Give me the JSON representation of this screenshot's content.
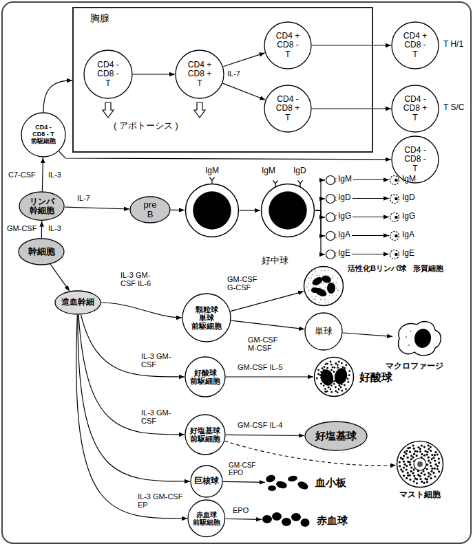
{
  "diagram": {
    "nodes": [
      {
        "text": [
          "胸腺"
        ]
      },
      {
        "text": [
          "CD4 - CD8 - T"
        ],
        "in": 0
      },
      {
        "text": [
          "CD4 + CD8 + T"
        ],
        "in": 0
      },
      {
        "text": [
          "CD4 + CD8 - T"
        ],
        "in": 0
      },
      {
        "text": [
          "CD4 - CD8 + T"
        ],
        "in": 0
      },
      {
        "text": [
          "CD4 + CD8 - T"
        ]
      },
      {
        "text": [
          "CD4 - CD8 + T"
        ]
      },
      {
        "text": [
          "CD4 - CD8 - T"
        ]
      },
      {
        "text": [
          "CD4 - CD8 - T 前駆細胞"
        ]
      },
      {
        "text": [
          "リンパ 幹細胞"
        ]
      },
      {
        "text": [
          "pre B"
        ]
      },
      {
        "text": [
          "IgM"
        ]
      },
      {
        "text": [
          "IgM",
          "IgD"
        ]
      },
      {
        "text": [
          "IgM"
        ]
      },
      {
        "text": [
          "IgD"
        ]
      },
      {
        "text": [
          "IgG"
        ]
      },
      {
        "text": [
          "IgA"
        ]
      },
      {
        "text": [
          "IgE"
        ]
      },
      {
        "text": [
          "IgM"
        ]
      },
      {
        "text": [
          "IgD"
        ]
      },
      {
        "text": [
          "IgG"
        ]
      },
      {
        "text": [
          "IgA"
        ]
      },
      {
        "text": [
          "IgE"
        ]
      },
      {
        "text": [
          "幹細胞"
        ]
      },
      {
        "text": [
          "造血幹細"
        ]
      },
      {
        "text": [
          "好中球"
        ]
      },
      {
        "text": [
          "顆粒球 単球 前駆細胞"
        ]
      },
      {
        "text": [
          "単球"
        ]
      },
      {
        "text": [
          "マクロファージ"
        ]
      },
      {
        "text": [
          "好酸球 前駆細胞"
        ]
      },
      {
        "text": [
          "好酸球"
        ]
      },
      {
        "text": [
          "好塩基球 前駆細胞"
        ]
      },
      {
        "text": [
          "好塩基球"
        ]
      },
      {
        "text": [
          "マスト細胞"
        ]
      },
      {
        "text": [
          "巨核球"
        ]
      },
      {
        "text": [
          "血小板"
        ]
      },
      {
        "text": [
          "赤血球 前駆細胞"
        ]
      },
      {
        "text": [
          "赤血球"
        ]
      }
    ],
    "edges": [
      {
        "from": 1,
        "to": 2,
        "arrow": "to"
      },
      {
        "from": 2,
        "to": 3,
        "arrow": "to"
      },
      {
        "from": 2,
        "to": 4,
        "arrow": "to"
      },
      {
        "from": 3,
        "to": 5,
        "arrow": "to"
      },
      {
        "from": 4,
        "to": 6,
        "arrow": "to"
      },
      {
        "from": 8,
        "to": 0,
        "arrow": "to"
      },
      {
        "from": 8,
        "to": 7,
        "arrow": "to"
      },
      {
        "from": 9,
        "to": 8,
        "label": "IL-3",
        "arrow": "to"
      },
      {
        "from": 23,
        "to": 9,
        "label": "IL-3",
        "arrow": "to"
      },
      {
        "from": 9,
        "to": 10,
        "label": "IL-7",
        "arrow": "to"
      },
      {
        "from": 10,
        "to": 11,
        "arrow": "to"
      },
      {
        "from": 11,
        "to": 12,
        "arrow": "to"
      },
      {
        "from": 12,
        "to": 13,
        "arrow": "to"
      },
      {
        "from": 12,
        "to": 14,
        "arrow": "to"
      },
      {
        "from": 12,
        "to": 15,
        "arrow": "to"
      },
      {
        "from": 12,
        "to": 16,
        "arrow": "to"
      },
      {
        "from": 12,
        "to": 17,
        "arrow": "to"
      },
      {
        "from": 13,
        "to": 18,
        "arrow": "to"
      },
      {
        "from": 14,
        "to": 19,
        "arrow": "to"
      },
      {
        "from": 15,
        "to": 20,
        "arrow": "to"
      },
      {
        "from": 16,
        "to": 21,
        "arrow": "to"
      },
      {
        "from": 17,
        "to": 22,
        "arrow": "to"
      },
      {
        "from": 23,
        "to": 24,
        "arrow": "to"
      },
      {
        "from": 24,
        "to": 26,
        "label": "IL-3 GM-CSF IL-6",
        "arrow": "to"
      },
      {
        "from": 26,
        "to": 25,
        "label": "GM-CSF G-CSF",
        "arrow": "to"
      },
      {
        "from": 26,
        "to": 27,
        "label": "GM-CSF M-CSF",
        "arrow": "to"
      },
      {
        "from": 27,
        "to": 28,
        "arrow": "to"
      },
      {
        "from": 24,
        "to": 29,
        "label": "IL-3 GM-CSF",
        "arrow": "to"
      },
      {
        "from": 29,
        "to": 30,
        "label": "GM-CSF IL-5",
        "arrow": "to"
      },
      {
        "from": 24,
        "to": 31,
        "label": "IL-3 GM-CSF",
        "arrow": "to"
      },
      {
        "from": 31,
        "to": 32,
        "label": "GM-CSF IL-4",
        "arrow": "to"
      },
      {
        "from": 31,
        "to": 33,
        "arrow": "to"
      },
      {
        "from": 24,
        "to": 34,
        "arrow": "to"
      },
      {
        "from": 34,
        "to": 35,
        "label": "GM-CSF EPO",
        "arrow": "to"
      },
      {
        "from": 24,
        "to": 36,
        "label": "IL-3 GM-CSF EP",
        "arrow": "to"
      },
      {
        "from": 36,
        "to": 37,
        "label": "EPO",
        "arrow": "to"
      }
    ],
    "labels": [
      "( アポトーシス )",
      "IL-7",
      "T H/1",
      "T S/C",
      "C7-CSF",
      "GM-CSF",
      "活性化Bリンパ球",
      "形質細胞"
    ]
  }
}
